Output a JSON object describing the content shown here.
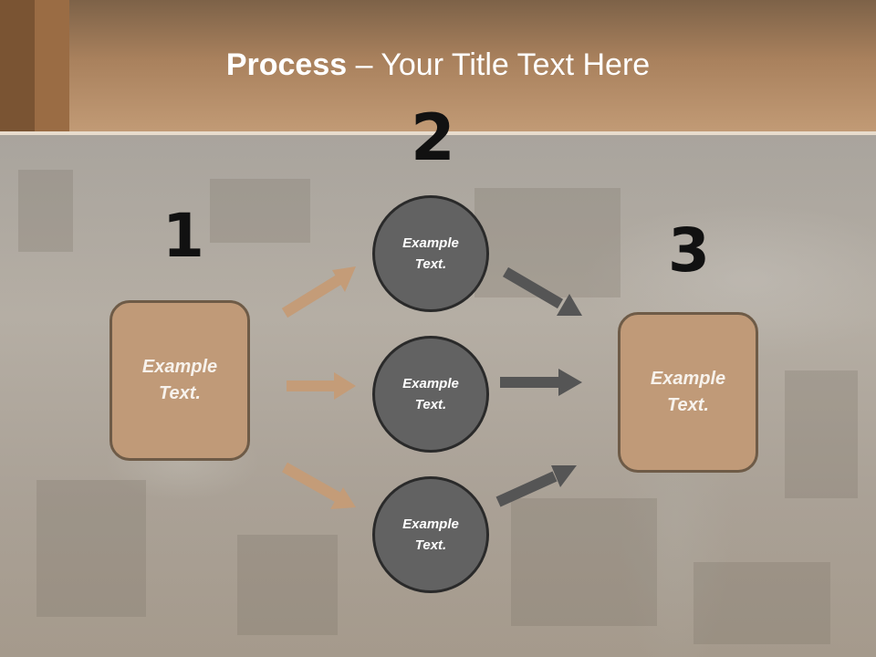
{
  "title": {
    "bold": "Process",
    "rest": " – Your Title Text Here"
  },
  "steps": {
    "one": "1",
    "two": "2",
    "three": "3"
  },
  "left_box": {
    "line1": "Example",
    "line2": "Text."
  },
  "right_box": {
    "line1": "Example",
    "line2": "Text."
  },
  "circles": [
    {
      "line1": "Example",
      "line2": "Text."
    },
    {
      "line1": "Example",
      "line2": "Text."
    },
    {
      "line1": "Example",
      "line2": "Text."
    }
  ],
  "colors": {
    "tan_arrow": "#c49c78",
    "dark_arrow": "#555555",
    "box_fill": "#c09a78",
    "circle_fill": "#626262"
  }
}
